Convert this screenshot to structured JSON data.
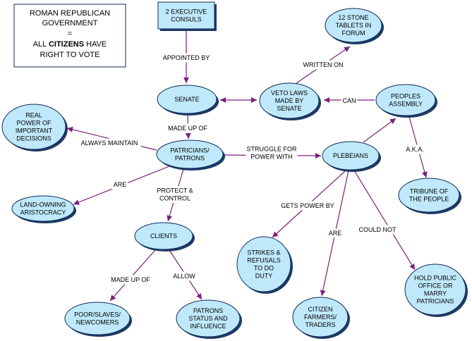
{
  "title_box": {
    "line1": "ROMAN REPUBLICAN",
    "line2": "GOVERNMENT",
    "line3": "=",
    "line4_prefix": "ALL ",
    "line4_bold": "CITIZENS",
    "line4_suffix": " HAVE",
    "line5": "RIGHT TO VOTE"
  },
  "nodes": [
    {
      "id": "consuls",
      "lines": [
        "2 EXECUTIVE",
        "CONSULS"
      ]
    },
    {
      "id": "tablets",
      "lines": [
        "12 STONE",
        "TABLETS IN",
        "FORUM"
      ]
    },
    {
      "id": "senate",
      "lines": [
        "SENATE"
      ]
    },
    {
      "id": "veto",
      "lines": [
        "VETO LAWS",
        "MADE BY",
        "SENATE"
      ]
    },
    {
      "id": "peoples-assembly",
      "lines": [
        "PEOPLES",
        "ASSEMBLY"
      ]
    },
    {
      "id": "real-power",
      "lines": [
        "REAL",
        "POWER OF",
        "IMPORTANT",
        "DECISIONS"
      ]
    },
    {
      "id": "patricians",
      "lines": [
        "PATRICIANS/",
        "PATRONS"
      ]
    },
    {
      "id": "plebeians",
      "lines": [
        "PLEBEIANS"
      ]
    },
    {
      "id": "tribune",
      "lines": [
        "TRIBUNE OF",
        "THE PEOPLE"
      ]
    },
    {
      "id": "land-owning",
      "lines": [
        "LAND-OWNING",
        "ARISTOCRACY"
      ]
    },
    {
      "id": "clients",
      "lines": [
        "CLIENTS"
      ]
    },
    {
      "id": "strikes",
      "lines": [
        "STRIKES &",
        "REFUSALS",
        "TO DO",
        "DUTY"
      ]
    },
    {
      "id": "hold-office",
      "lines": [
        "HOLD PUBLIC",
        "OFFICE OR",
        "MARRY",
        "PATRICIANS"
      ]
    },
    {
      "id": "poor",
      "lines": [
        "POOR/SLAVES/",
        "NEWCOMERS"
      ]
    },
    {
      "id": "patrons-status",
      "lines": [
        "PATRONS",
        "STATUS AND",
        "INFLUENCE"
      ]
    },
    {
      "id": "farmers",
      "lines": [
        "CITIZEN",
        "FARMERS/",
        "TRADERS"
      ]
    }
  ],
  "edges": [
    {
      "id": "consuls-senate",
      "label": "APPOINTED BY"
    },
    {
      "id": "veto-tablets",
      "label": "WRITTEN ON"
    },
    {
      "id": "senate-veto",
      "label": ""
    },
    {
      "id": "assembly-veto",
      "label": "CAN"
    },
    {
      "id": "senate-patricians",
      "label": "MADE UP OF"
    },
    {
      "id": "patricians-realpower",
      "label": "ALWAYS MAINTAIN"
    },
    {
      "id": "patricians-plebeians",
      "label": "STRUGGLE FOR\nPOWER WITH"
    },
    {
      "id": "plebeians-assembly",
      "label": ""
    },
    {
      "id": "assembly-tribune",
      "label": "A.K.A."
    },
    {
      "id": "patricians-landowning",
      "label": "ARE"
    },
    {
      "id": "patricians-clients",
      "label": "PROTECT &\nCONTROL"
    },
    {
      "id": "plebeians-strikes",
      "label": "GETS POWER BY"
    },
    {
      "id": "plebeians-farmers",
      "label": "ARE"
    },
    {
      "id": "plebeians-holdoffice",
      "label": "COULD NOT"
    },
    {
      "id": "clients-poor",
      "label": "MADE UP OF"
    },
    {
      "id": "clients-status",
      "label": "ALLOW"
    }
  ]
}
